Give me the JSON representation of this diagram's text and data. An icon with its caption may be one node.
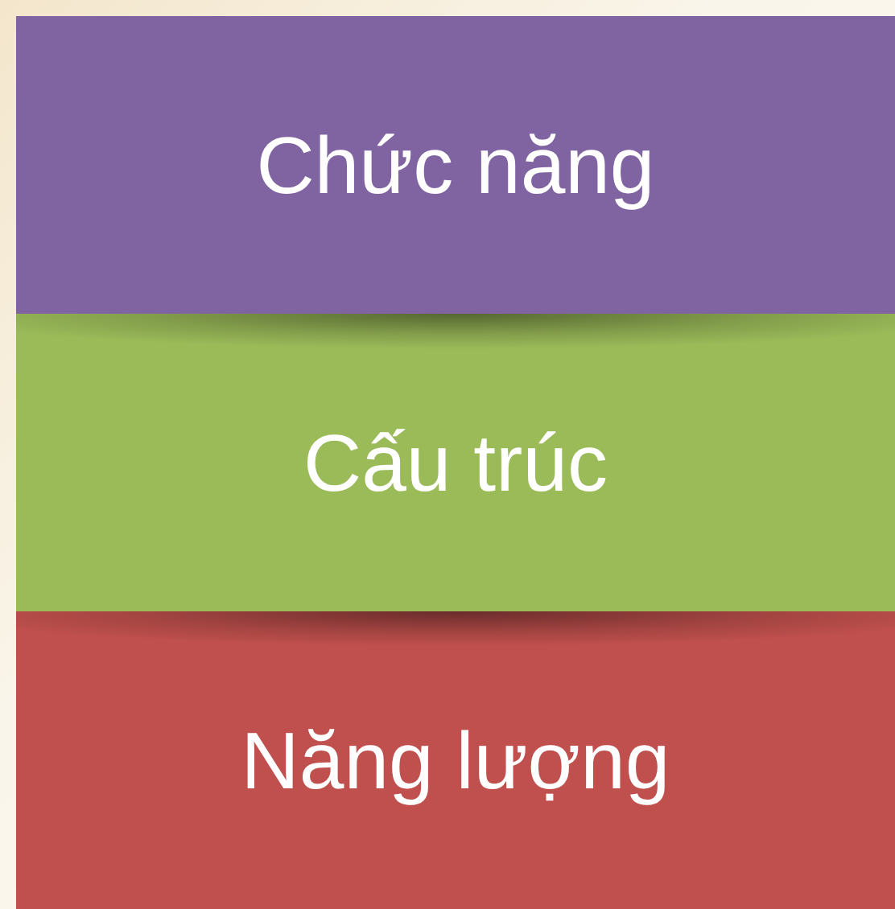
{
  "diagram": {
    "nodes": [
      {
        "text": [
          "Chức năng"
        ]
      },
      {
        "text": [
          "Cấu trúc"
        ]
      },
      {
        "text": [
          "Năng lượng"
        ]
      }
    ]
  }
}
